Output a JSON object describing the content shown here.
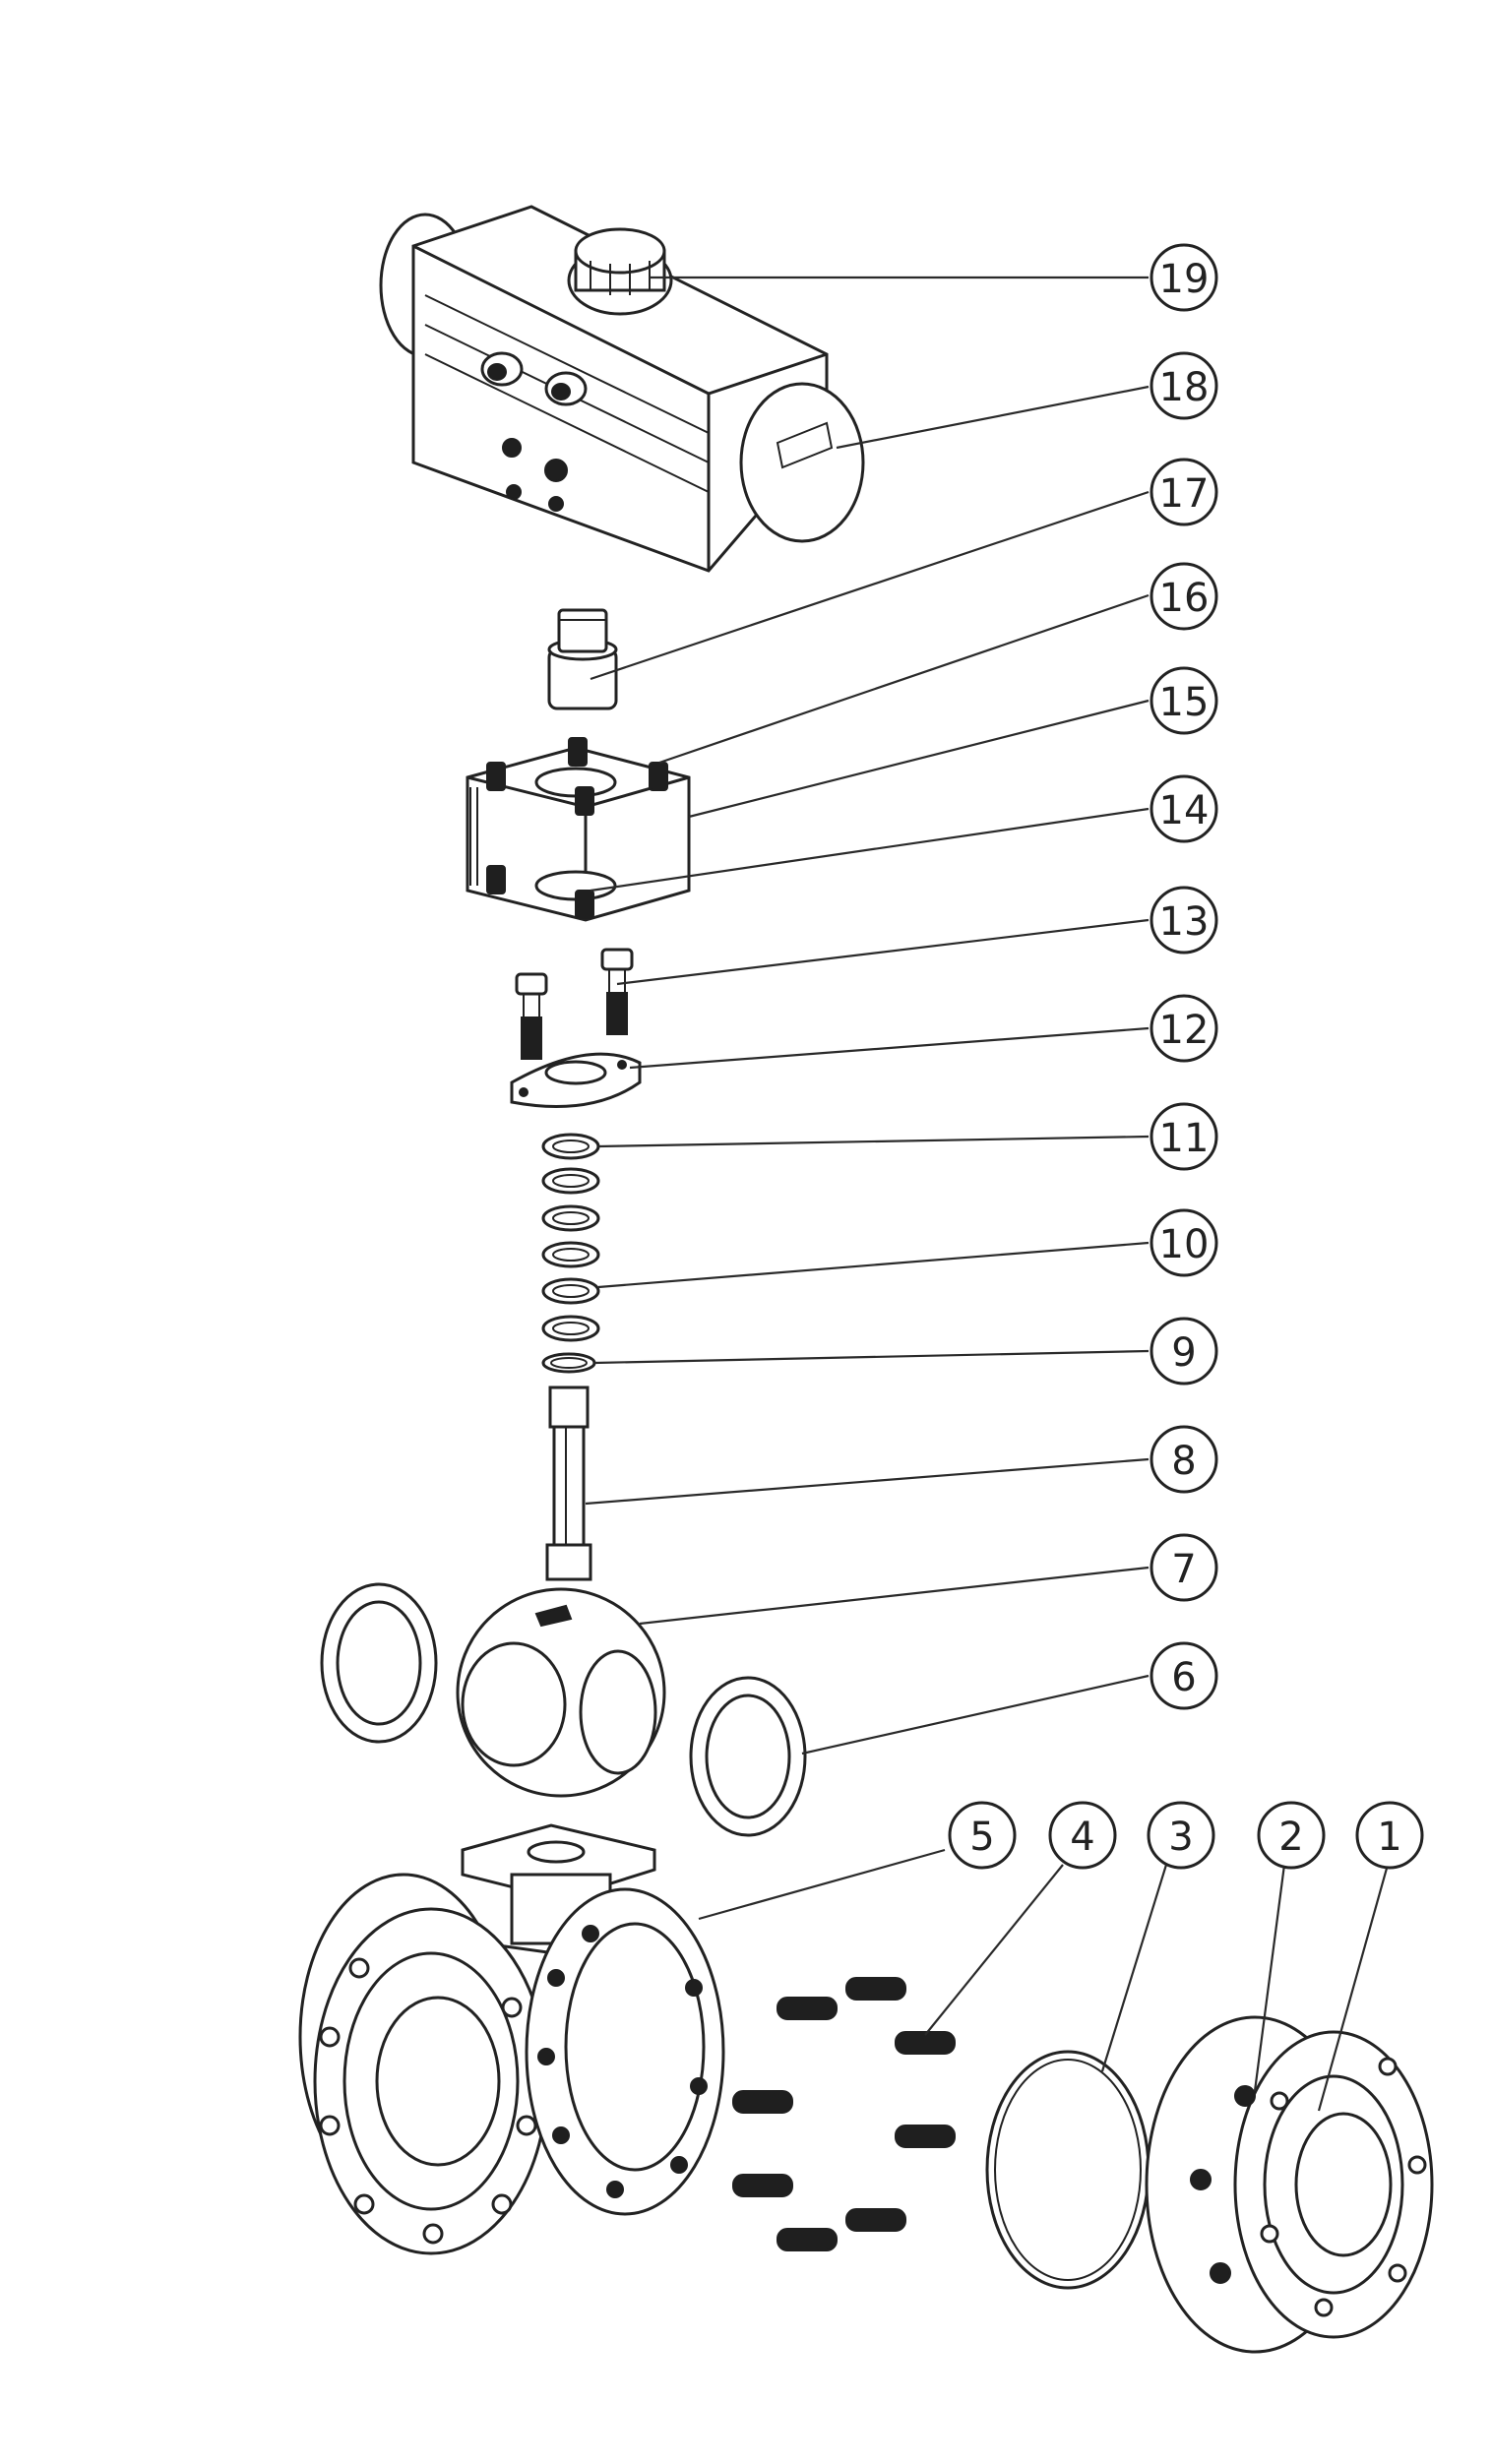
{
  "callouts": [
    "19",
    "18",
    "17",
    "16",
    "15",
    "14",
    "13",
    "12",
    "11",
    "10",
    "9",
    "8",
    "7",
    "6",
    "5",
    "4",
    "3",
    "2",
    "1"
  ]
}
